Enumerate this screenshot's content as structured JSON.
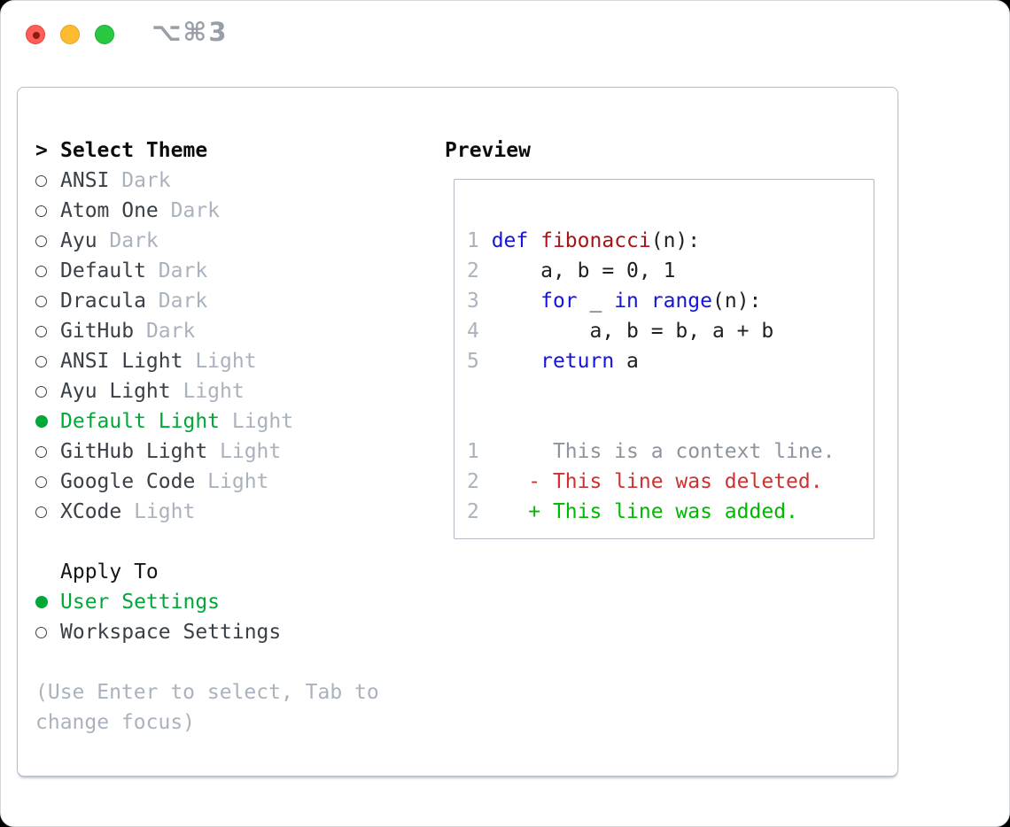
{
  "window": {
    "shortcut_label": "⌥⌘3"
  },
  "colors": {
    "selection_green": "#00a838",
    "added_green": "#00b800",
    "deleted_red": "#cd3131",
    "keyword_blue": "#1414dd",
    "function_red": "#a81414",
    "context_gray": "#8d949d",
    "muted_gray": "#a9b2bd",
    "item_dark": "#3a4047",
    "line_number": "#a9b2bd"
  },
  "theme_picker": {
    "title_marker": ">",
    "title": "Select Theme",
    "items": [
      {
        "name": "ANSI",
        "variant": "Dark",
        "selected": false
      },
      {
        "name": "Atom One",
        "variant": "Dark",
        "selected": false
      },
      {
        "name": "Ayu",
        "variant": "Dark",
        "selected": false
      },
      {
        "name": "Default",
        "variant": "Dark",
        "selected": false
      },
      {
        "name": "Dracula",
        "variant": "Dark",
        "selected": false
      },
      {
        "name": "GitHub",
        "variant": "Dark",
        "selected": false
      },
      {
        "name": "ANSI Light",
        "variant": "Light",
        "selected": false
      },
      {
        "name": "Ayu Light",
        "variant": "Light",
        "selected": false
      },
      {
        "name": "Default Light",
        "variant": "Light",
        "selected": true
      },
      {
        "name": "GitHub Light",
        "variant": "Light",
        "selected": false
      },
      {
        "name": "Google Code",
        "variant": "Light",
        "selected": false
      },
      {
        "name": "XCode",
        "variant": "Light",
        "selected": false
      }
    ],
    "apply_to": {
      "title": "Apply To",
      "options": [
        {
          "label": "User Settings",
          "selected": true
        },
        {
          "label": "Workspace Settings",
          "selected": false
        }
      ]
    },
    "help_lines": [
      "(Use Enter to select, Tab to",
      "change focus)"
    ]
  },
  "preview": {
    "title": "Preview",
    "code_lines": [
      {
        "num": "1",
        "tokens": [
          {
            "t": "def",
            "c": "kw"
          },
          {
            "t": " ",
            "c": "pl"
          },
          {
            "t": "fibonacci",
            "c": "fn"
          },
          {
            "t": "(n):",
            "c": "pl"
          }
        ]
      },
      {
        "num": "2",
        "tokens": [
          {
            "t": "    a, b = 0, 1",
            "c": "pl"
          }
        ]
      },
      {
        "num": "3",
        "tokens": [
          {
            "t": "    ",
            "c": "pl"
          },
          {
            "t": "for",
            "c": "kw"
          },
          {
            "t": " _ ",
            "c": "pl"
          },
          {
            "t": "in",
            "c": "kw"
          },
          {
            "t": " ",
            "c": "pl"
          },
          {
            "t": "range",
            "c": "bi"
          },
          {
            "t": "(n):",
            "c": "pl"
          }
        ]
      },
      {
        "num": "4",
        "tokens": [
          {
            "t": "        a, b = b, a + b",
            "c": "pl"
          }
        ]
      },
      {
        "num": "5",
        "tokens": [
          {
            "t": "    ",
            "c": "pl"
          },
          {
            "t": "return",
            "c": "kw"
          },
          {
            "t": " a",
            "c": "pl"
          }
        ]
      }
    ],
    "diff_lines": [
      {
        "num": "1",
        "marker": " ",
        "text": "This is a context line.",
        "kind": "context"
      },
      {
        "num": "2",
        "marker": "-",
        "text": "This line was deleted.",
        "kind": "deleted"
      },
      {
        "num": "2",
        "marker": "+",
        "text": "This line was added.",
        "kind": "added"
      }
    ]
  }
}
